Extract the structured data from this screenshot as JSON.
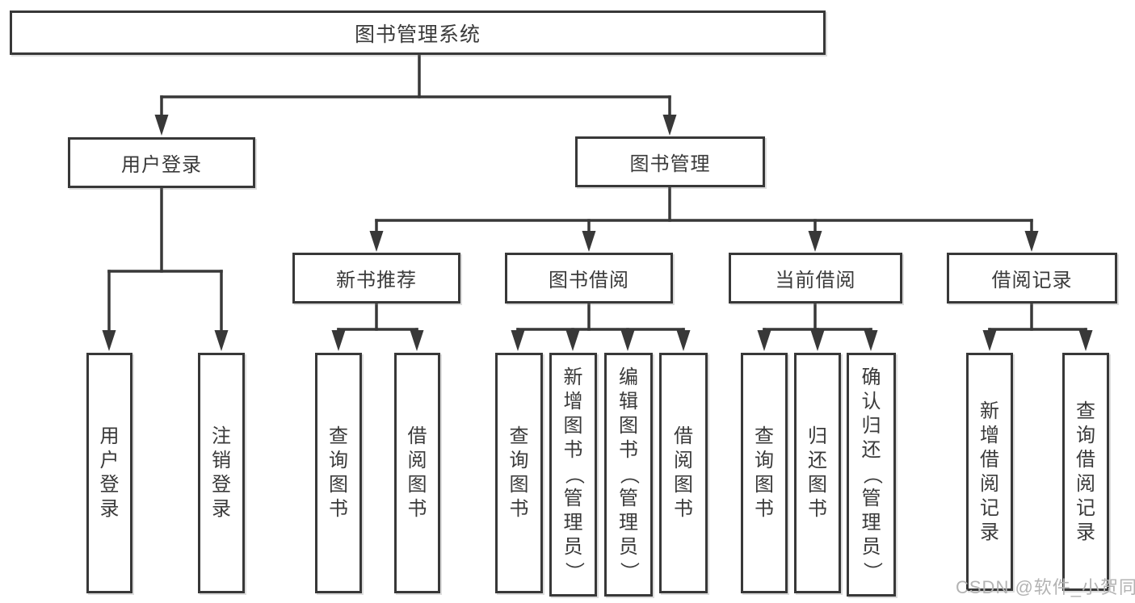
{
  "colors": {
    "line": "#383838",
    "box_border": "#383838",
    "box_background": "#ffffff",
    "text": "#3a3a3a",
    "watermark": "#b3b3b3"
  },
  "diagram": {
    "title": "图书管理系统",
    "level2": [
      {
        "label": "用户登录"
      },
      {
        "label": "图书管理"
      }
    ],
    "level3": [
      {
        "label": "新书推荐",
        "parent": "图书管理"
      },
      {
        "label": "图书借阅",
        "parent": "图书管理"
      },
      {
        "label": "当前借阅",
        "parent": "图书管理"
      },
      {
        "label": "借阅记录",
        "parent": "图书管理"
      }
    ],
    "leaves": [
      {
        "label": "用户登录",
        "parent": "用户登录"
      },
      {
        "label": "注销登录",
        "parent": "用户登录"
      },
      {
        "label": "查询图书",
        "parent": "新书推荐"
      },
      {
        "label": "借阅图书",
        "parent": "新书推荐"
      },
      {
        "label": "查询图书",
        "parent": "图书借阅"
      },
      {
        "label": "新增图书（管理员）",
        "parent": "图书借阅"
      },
      {
        "label": "编辑图书（管理员）",
        "parent": "图书借阅"
      },
      {
        "label": "借阅图书",
        "parent": "图书借阅"
      },
      {
        "label": "查询图书",
        "parent": "当前借阅"
      },
      {
        "label": "归还图书",
        "parent": "当前借阅"
      },
      {
        "label": "确认归还（管理员）",
        "parent": "当前借阅"
      },
      {
        "label": "新增借阅记录",
        "parent": "借阅记录"
      },
      {
        "label": "查询借阅记录",
        "parent": "借阅记录"
      }
    ]
  },
  "watermark": "CSDN @软件_小贺同学"
}
